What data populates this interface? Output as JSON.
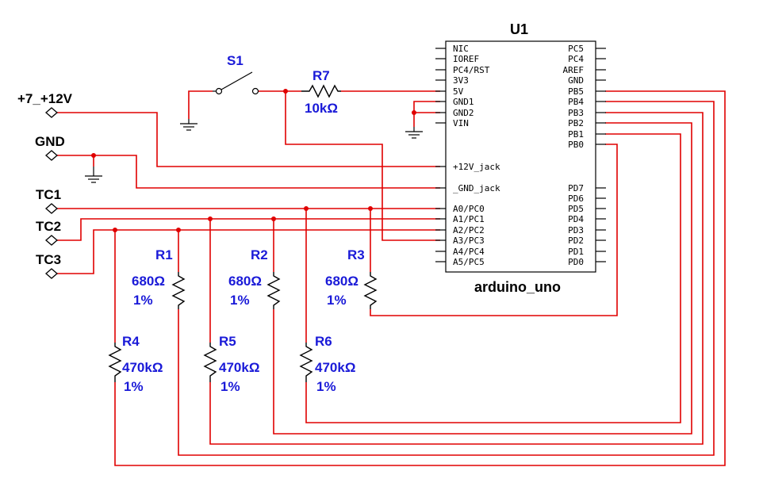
{
  "arduino": {
    "ref": "U1",
    "type": "arduino_uno",
    "left_pins": [
      "NIC",
      "IOREF",
      "PC4/RST",
      "3V3",
      "5V",
      "GND1",
      "GND2",
      "VIN",
      "+12V_jack",
      "_GND_jack",
      "A0/PC0",
      "A1/PC1",
      "A2/PC2",
      "A3/PC3",
      "A4/PC4",
      "A5/PC5"
    ],
    "right_pins": [
      "PC5",
      "PC4",
      "AREF",
      "GND",
      "PB5",
      "PB4",
      "PB3",
      "PB2",
      "PB1",
      "PB0",
      "PD7",
      "PD6",
      "PD5",
      "PD4",
      "PD3",
      "PD2",
      "PD1",
      "PD0"
    ]
  },
  "ports": {
    "vin": "+7_+12V",
    "gnd": "GND",
    "tc1": "TC1",
    "tc2": "TC2",
    "tc3": "TC3"
  },
  "switch": {
    "ref": "S1"
  },
  "resistors": {
    "r1": {
      "ref": "R1",
      "value": "680Ω",
      "tol": "1%"
    },
    "r2": {
      "ref": "R2",
      "value": "680Ω",
      "tol": "1%"
    },
    "r3": {
      "ref": "R3",
      "value": "680Ω",
      "tol": "1%"
    },
    "r4": {
      "ref": "R4",
      "value": "470kΩ",
      "tol": "1%"
    },
    "r5": {
      "ref": "R5",
      "value": "470kΩ",
      "tol": "1%"
    },
    "r6": {
      "ref": "R6",
      "value": "470kΩ",
      "tol": "1%"
    },
    "r7": {
      "ref": "R7",
      "value": "10kΩ"
    }
  },
  "colors": {
    "wire": "#e00000",
    "label": "#1a1ad8",
    "symbol": "#000000"
  }
}
